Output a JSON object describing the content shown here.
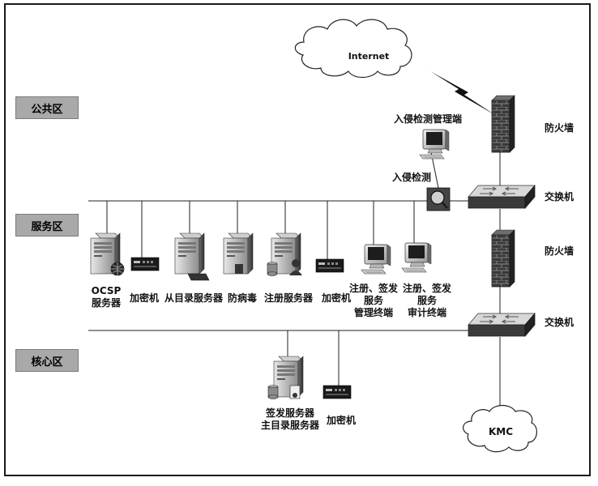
{
  "zones": {
    "public": "公共区",
    "service": "服务区",
    "core": "核心区"
  },
  "clouds": {
    "internet": "Internet",
    "kmc": "KMC"
  },
  "right_labels": {
    "firewall_top": "防火墙",
    "switch_top": "交换机",
    "firewall_mid": "防火墙",
    "switch_bottom": "交换机"
  },
  "ids": {
    "manager": "入侵检测管理端",
    "sensor": "入侵检测"
  },
  "service_devices": {
    "ocsp_line1": "OCSP",
    "ocsp_line2": "服务器",
    "encryptor1": "加密机",
    "slave_directory": "从目录服务器",
    "antivirus": "防病毒",
    "registration_server": "注册服务器",
    "encryptor2": "加密机",
    "reg_mgmt_line1": "注册、签发",
    "reg_mgmt_line2": "服务",
    "reg_mgmt_line3": "管理终端",
    "reg_audit_line1": "注册、签发",
    "reg_audit_line2": "服务",
    "reg_audit_line3": "审计终端"
  },
  "core_devices": {
    "issuing_line1": "签发服务器",
    "issuing_line2": "主目录服务器",
    "encryptor3": "加密机"
  },
  "icons": [
    "cloud-icon",
    "firewall-icon",
    "switch-icon",
    "server-icon",
    "encryptor-icon",
    "monitor-icon",
    "magnifier-icon",
    "lightning-icon"
  ]
}
